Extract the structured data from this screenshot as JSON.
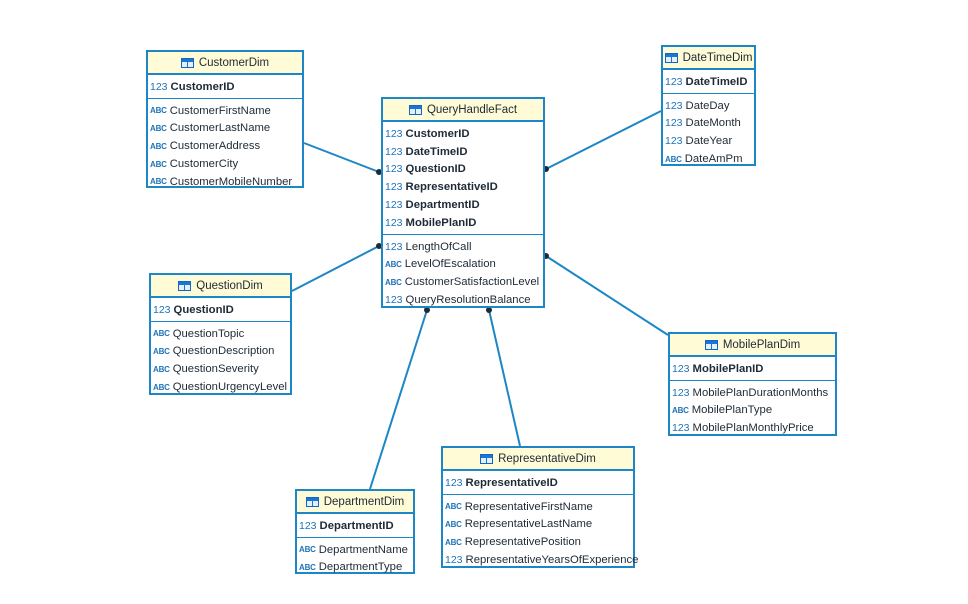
{
  "diagram": {
    "entities": [
      {
        "id": "customer-dim",
        "title": "CustomerDim",
        "keys": [
          {
            "type": "123",
            "name": "CustomerID"
          }
        ],
        "columns": [
          {
            "type": "ABC",
            "name": "CustomerFirstName"
          },
          {
            "type": "ABC",
            "name": "CustomerLastName"
          },
          {
            "type": "ABC",
            "name": "CustomerAddress"
          },
          {
            "type": "ABC",
            "name": "CustomerCity"
          },
          {
            "type": "ABC",
            "name": "CustomerMobileNumber"
          }
        ]
      },
      {
        "id": "query-handle-fact",
        "title": "QueryHandleFact",
        "keys": [
          {
            "type": "123",
            "name": "CustomerID"
          },
          {
            "type": "123",
            "name": "DateTimeID"
          },
          {
            "type": "123",
            "name": "QuestionID"
          },
          {
            "type": "123",
            "name": "RepresentativeID"
          },
          {
            "type": "123",
            "name": "DepartmentID"
          },
          {
            "type": "123",
            "name": "MobilePlanID"
          }
        ],
        "columns": [
          {
            "type": "123",
            "name": "LengthOfCall"
          },
          {
            "type": "ABC",
            "name": "LevelOfEscalation"
          },
          {
            "type": "ABC",
            "name": "CustomerSatisfactionLevel"
          },
          {
            "type": "123",
            "name": "QueryResolutionBalance"
          }
        ]
      },
      {
        "id": "date-time-dim",
        "title": "DateTimeDim",
        "keys": [
          {
            "type": "123",
            "name": "DateTimeID"
          }
        ],
        "columns": [
          {
            "type": "123",
            "name": "DateDay"
          },
          {
            "type": "123",
            "name": "DateMonth"
          },
          {
            "type": "123",
            "name": "DateYear"
          },
          {
            "type": "ABC",
            "name": "DateAmPm"
          }
        ]
      },
      {
        "id": "question-dim",
        "title": "QuestionDim",
        "keys": [
          {
            "type": "123",
            "name": "QuestionID"
          }
        ],
        "columns": [
          {
            "type": "ABC",
            "name": "QuestionTopic"
          },
          {
            "type": "ABC",
            "name": "QuestionDescription"
          },
          {
            "type": "ABC",
            "name": "QuestionSeverity"
          },
          {
            "type": "ABC",
            "name": "QuestionUrgencyLevel"
          }
        ]
      },
      {
        "id": "mobile-plan-dim",
        "title": "MobilePlanDim",
        "keys": [
          {
            "type": "123",
            "name": "MobilePlanID"
          }
        ],
        "columns": [
          {
            "type": "123",
            "name": "MobilePlanDurationMonths"
          },
          {
            "type": "ABC",
            "name": "MobilePlanType"
          },
          {
            "type": "123",
            "name": "MobilePlanMonthlyPrice"
          }
        ]
      },
      {
        "id": "representative-dim",
        "title": "RepresentativeDim",
        "keys": [
          {
            "type": "123",
            "name": "RepresentativeID"
          }
        ],
        "columns": [
          {
            "type": "ABC",
            "name": "RepresentativeFirstName"
          },
          {
            "type": "ABC",
            "name": "RepresentativeLastName"
          },
          {
            "type": "ABC",
            "name": "RepresentativePosition"
          },
          {
            "type": "123",
            "name": "RepresentativeYearsOfExperience"
          }
        ]
      },
      {
        "id": "department-dim",
        "title": "DepartmentDim",
        "keys": [
          {
            "type": "123",
            "name": "DepartmentID"
          }
        ],
        "columns": [
          {
            "type": "ABC",
            "name": "DepartmentName"
          },
          {
            "type": "ABC",
            "name": "DepartmentType"
          }
        ]
      }
    ],
    "relationships": [
      {
        "from": "customer-dim",
        "to": "query-handle-fact"
      },
      {
        "from": "date-time-dim",
        "to": "query-handle-fact"
      },
      {
        "from": "question-dim",
        "to": "query-handle-fact"
      },
      {
        "from": "mobile-plan-dim",
        "to": "query-handle-fact"
      },
      {
        "from": "department-dim",
        "to": "query-handle-fact"
      },
      {
        "from": "representative-dim",
        "to": "query-handle-fact"
      }
    ],
    "colors": {
      "border": "#1d86c6",
      "header_background": "#fffbd6",
      "type_badge": "#1d73b8",
      "text": "#1e2a36",
      "relationship_line": "#1d86c6",
      "relationship_end": "#1e2a36"
    },
    "icons": {
      "entity": "table-icon",
      "numeric_type": "123",
      "text_type": "ABC"
    }
  }
}
